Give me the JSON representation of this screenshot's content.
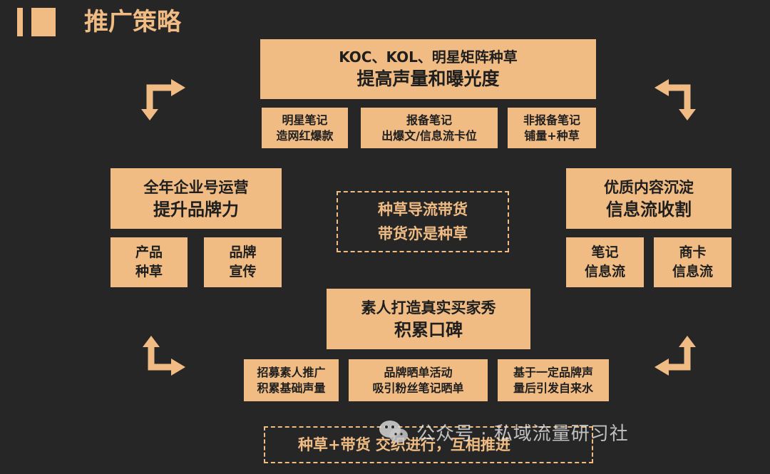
{
  "title": "推广策略",
  "colors": {
    "background": "#262626",
    "accent": "#F0BC84",
    "box_text": "#1e1e1e"
  },
  "top": {
    "line1": "KOC、KOL、明星矩阵种草",
    "line2": "提高声量和曝光度",
    "subs": [
      {
        "line1": "明星笔记",
        "line2": "造网红爆款"
      },
      {
        "line1": "报备笔记",
        "line2": "出爆文/信息流卡位"
      },
      {
        "line1": "非报备笔记",
        "line2": "铺量+种草"
      }
    ]
  },
  "left": {
    "line1": "全年企业号运营",
    "line2": "提升品牌力",
    "subs": [
      {
        "line1": "产品",
        "line2": "种草"
      },
      {
        "line1": "品牌",
        "line2": "宣传"
      }
    ]
  },
  "right": {
    "line1": "优质内容沉淀",
    "line2": "信息流收割",
    "subs": [
      {
        "line1": "笔记",
        "line2": "信息流"
      },
      {
        "line1": "商卡",
        "line2": "信息流"
      }
    ]
  },
  "center": {
    "line1": "种草导流带货",
    "line2": "带货亦是种草"
  },
  "bottom": {
    "line1": "素人打造真实买家秀",
    "line2": "积累口碑",
    "subs": [
      {
        "line1": "招募素人推广",
        "line2": "积累基础声量"
      },
      {
        "line1": "品牌晒单活动",
        "line2": "吸引粉丝笔记晒单"
      },
      {
        "line1": "基于一定品牌声",
        "line2": "量后引发自来水"
      }
    ]
  },
  "footer": "种草+带货 交织进行，互相推进",
  "watermark": {
    "icon": "wechat-icon",
    "text": "公众号 · 私域流量研习社"
  }
}
